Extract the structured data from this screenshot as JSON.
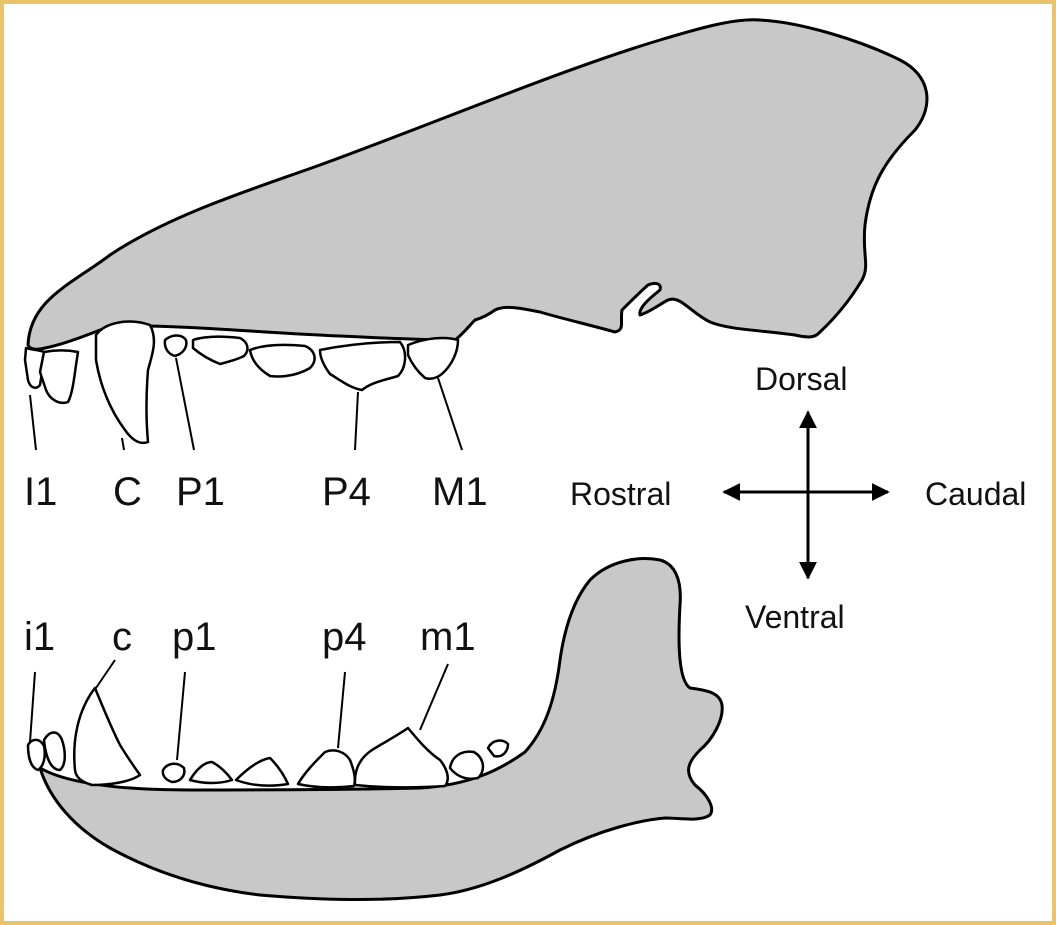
{
  "upper_teeth": {
    "I1": "I1",
    "C": "C",
    "P1": "P1",
    "P4": "P4",
    "M1": "M1"
  },
  "lower_teeth": {
    "i1": "i1",
    "c": "c",
    "p1": "p1",
    "p4": "p4",
    "m1": "m1"
  },
  "directions": {
    "dorsal": "Dorsal",
    "ventral": "Ventral",
    "rostral": "Rostral",
    "caudal": "Caudal"
  },
  "colors": {
    "bone": "#c8c8c8",
    "tooth": "#ffffff",
    "outline": "#000000",
    "frame": "#e9c46a"
  }
}
